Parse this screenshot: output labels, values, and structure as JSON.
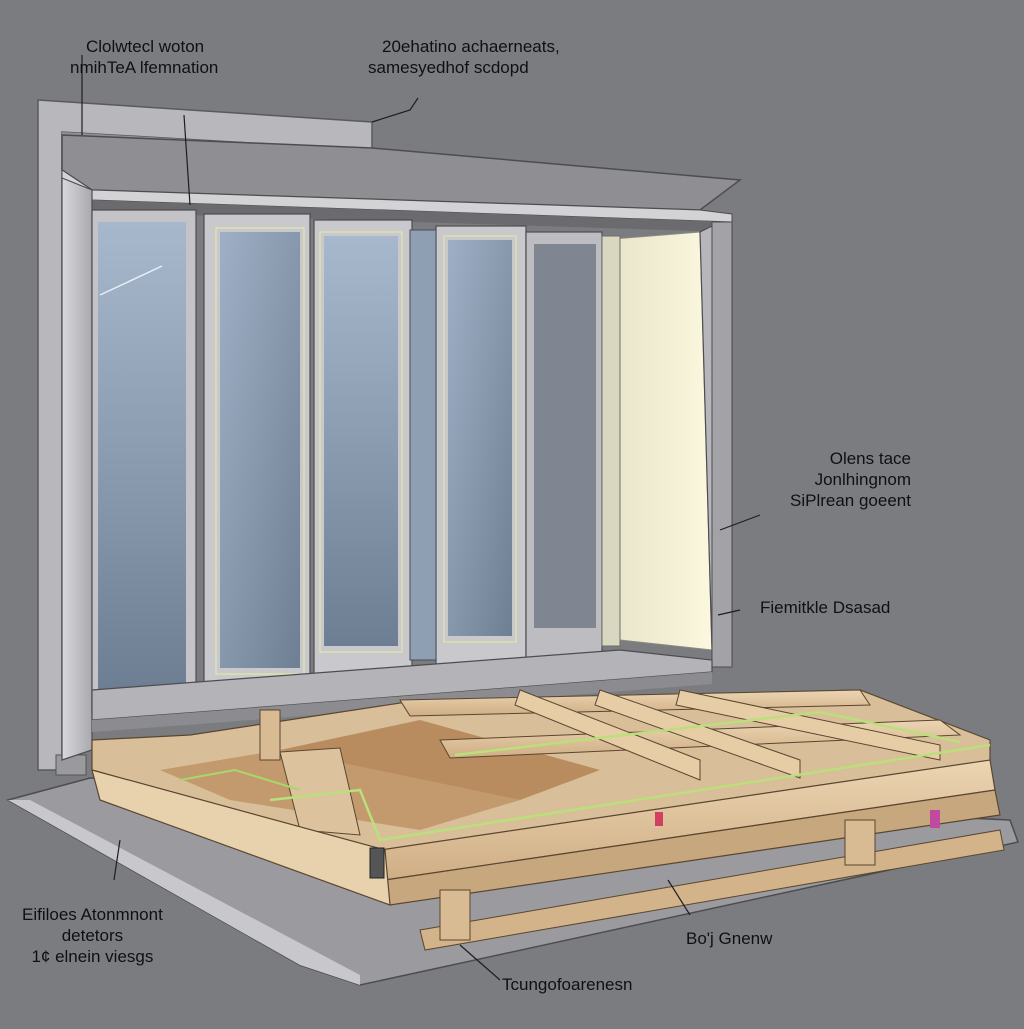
{
  "labels": {
    "top_left": [
      "Clolwtecl woton",
      "nmihTeA lfemnation"
    ],
    "top_center": [
      "20ehatino achaerneats,",
      "samesyedhof scdopd"
    ],
    "right_upper": [
      "Olens tace",
      "Jonlhingnom",
      "SiPlrean goeent"
    ],
    "right_middle": "Fiemitkle Dsasad",
    "bottom_left": [
      "Eifiloes Atonmnont",
      "detetors",
      "1¢ elnein viesgs"
    ],
    "bottom_right": "Bo'j Gnenw",
    "bottom_center": "Tcungofoarenesn"
  },
  "colors": {
    "background": "#7b7c80",
    "frame": "#c9c9cd",
    "glass": "#8a9bb0",
    "wood": "#e2c9a4",
    "wire": "#b9e07a",
    "label_text": "#101014"
  }
}
